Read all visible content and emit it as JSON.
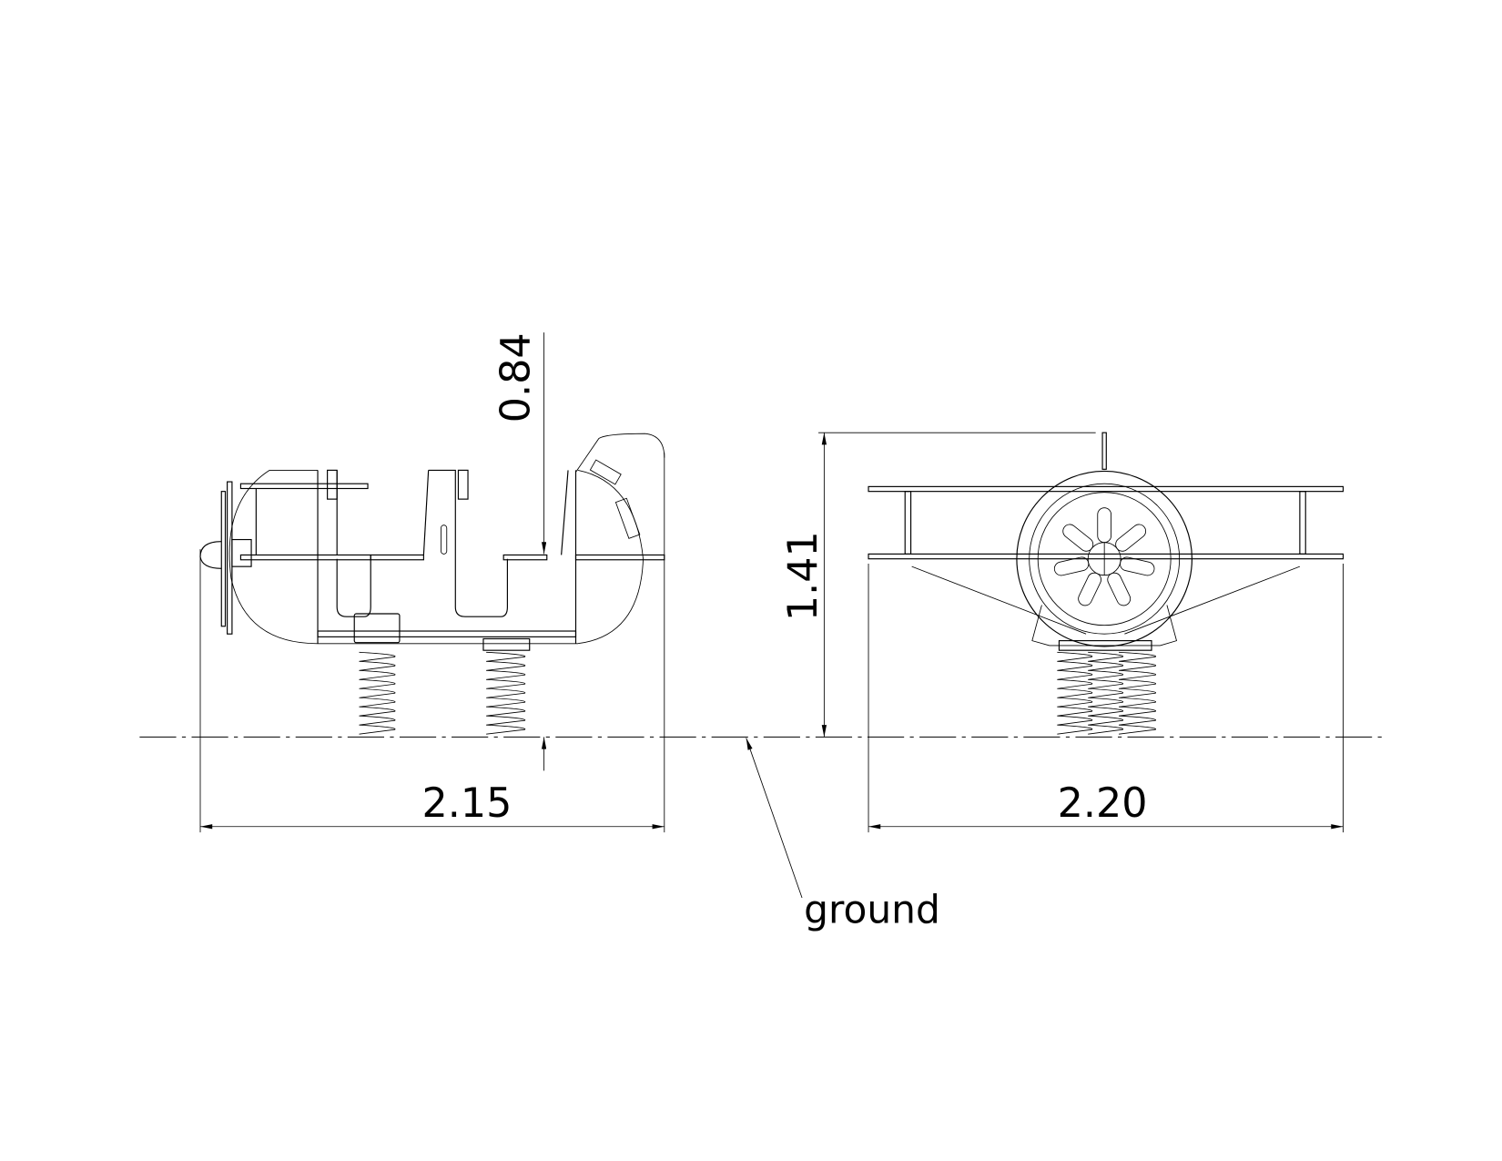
{
  "drawing": {
    "dimensions": {
      "side_height_above_ground": "0.84",
      "front_total_height": "1.41",
      "side_length": "2.15",
      "front_width": "2.20"
    },
    "callout": {
      "ground_label": "ground"
    }
  }
}
